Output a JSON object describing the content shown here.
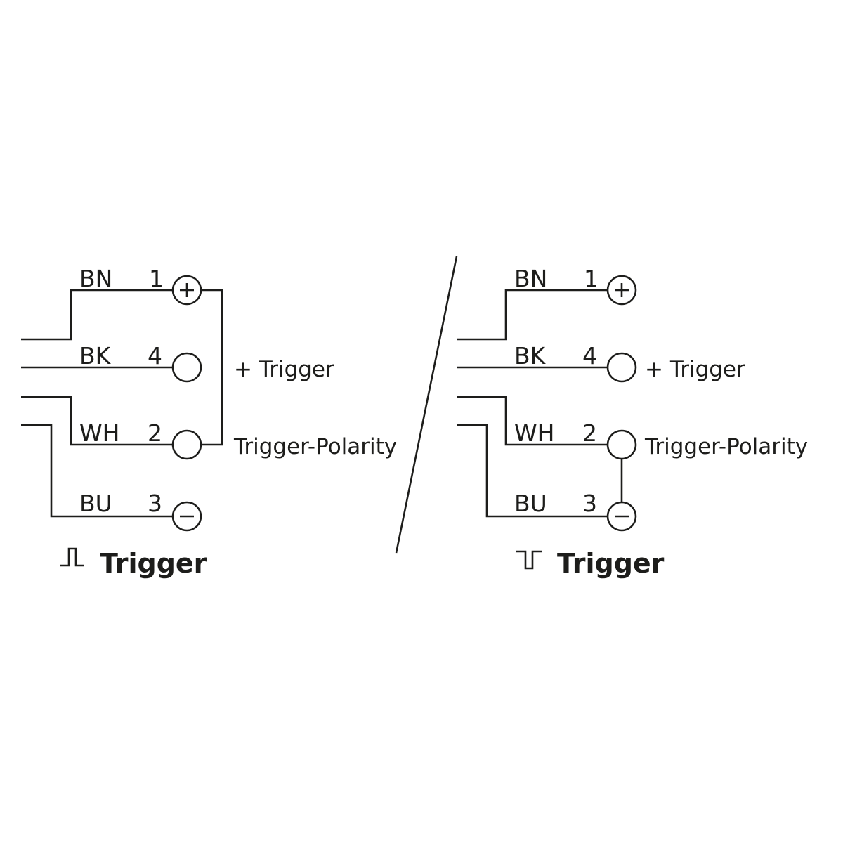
{
  "diagrams": [
    {
      "wires": [
        {
          "color": "BN",
          "pin": "1",
          "symbol": "+"
        },
        {
          "color": "BK",
          "pin": "4",
          "symbol": ""
        },
        {
          "color": "WH",
          "pin": "2",
          "symbol": ""
        },
        {
          "color": "BU",
          "pin": "3",
          "symbol": "−"
        }
      ],
      "side_labels": [
        "+ Trigger",
        "Trigger-Polarity"
      ],
      "title": "Trigger",
      "title_icon": "rising-pulse-icon",
      "bridge": "pin1-to-pin2"
    },
    {
      "wires": [
        {
          "color": "BN",
          "pin": "1",
          "symbol": "+"
        },
        {
          "color": "BK",
          "pin": "4",
          "symbol": ""
        },
        {
          "color": "WH",
          "pin": "2",
          "symbol": ""
        },
        {
          "color": "BU",
          "pin": "3",
          "symbol": "−"
        }
      ],
      "side_labels": [
        "+ Trigger",
        "Trigger-Polarity"
      ],
      "title": "Trigger",
      "title_icon": "falling-pulse-icon",
      "bridge": "pin2-to-pin3"
    }
  ],
  "line_color": "#1d1d1b"
}
